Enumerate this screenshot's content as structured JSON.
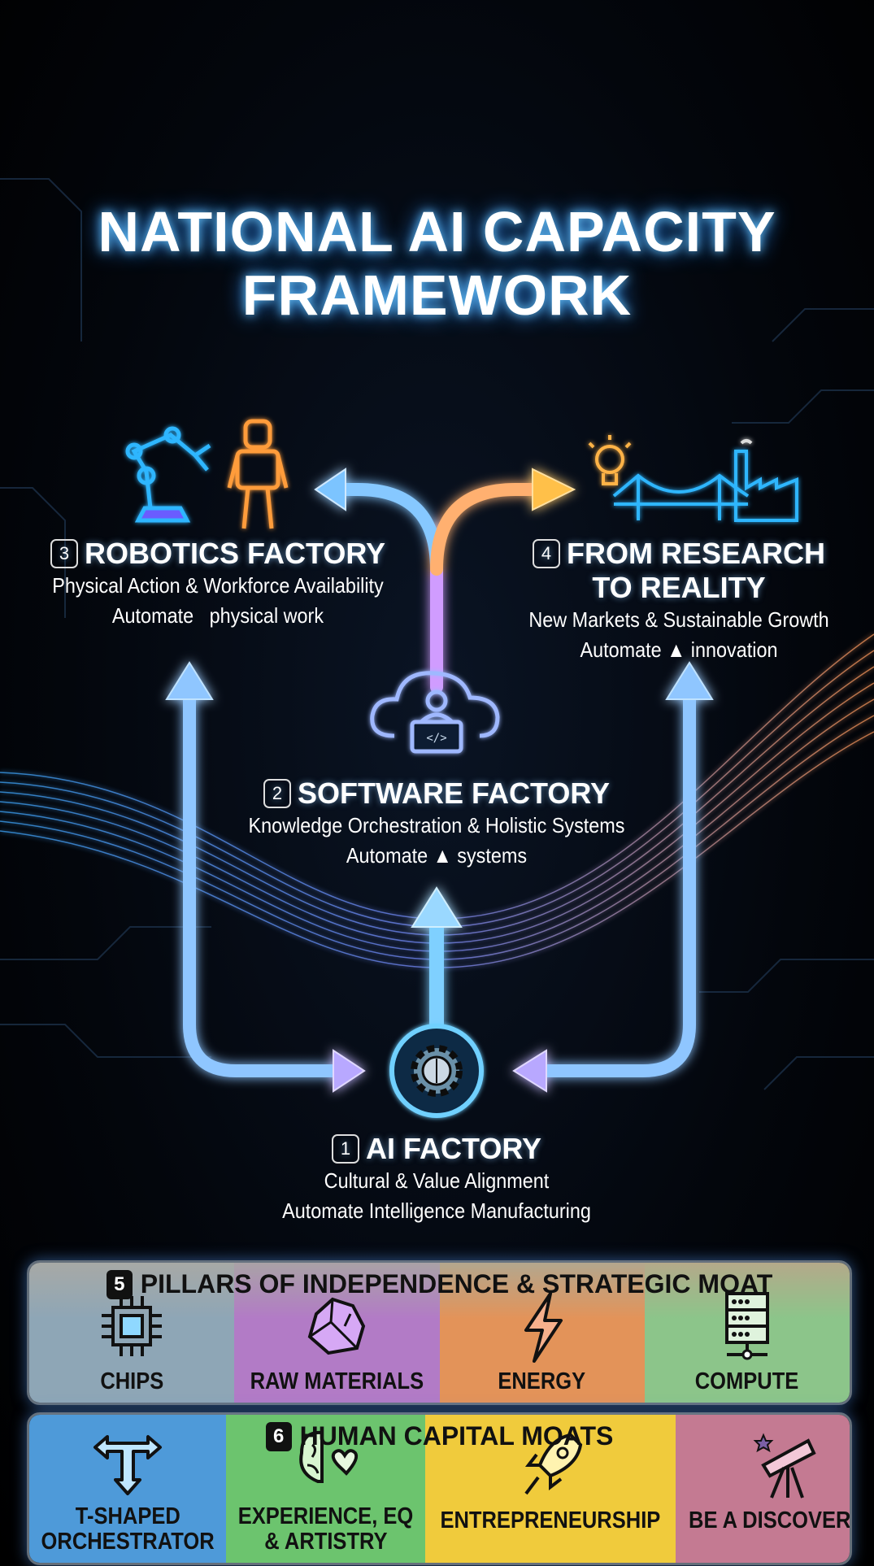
{
  "title": {
    "line1": "NATIONAL AI CAPACITY",
    "line2": "FRAMEWORK"
  },
  "nodes": [
    {
      "num": "1",
      "title": "AI FACTORY",
      "sub1": "Cultural & Value Alignment",
      "sub2": "Automate Intelligence Manufacturing",
      "icon": "brain-gear-icon"
    },
    {
      "num": "2",
      "title": "SOFTWARE FACTORY",
      "sub1": "Knowledge Orchestration & Holistic Systems",
      "sub2": "Automate ▲ systems",
      "icon": "cloud-coder-icon"
    },
    {
      "num": "3",
      "title": "ROBOTICS FACTORY",
      "sub1": "Physical Action & Workforce Availability",
      "sub2": "Automate   physical work",
      "icon": "robot-arm-and-humanoid-icon"
    },
    {
      "num": "4",
      "title1": "FROM RESEARCH",
      "title2": "TO REALITY",
      "sub1": "New Markets & Sustainable Growth",
      "sub2": "Automate ▲ innovation",
      "icon": "lightbulb-bridge-factory-icon"
    }
  ],
  "pillars": {
    "num": "5",
    "title": "PILLARS OF INDEPENDENCE & STRATEGIC MOAT",
    "items": [
      {
        "label": "CHIPS",
        "icon": "chip-icon",
        "color": "#8ea6b6"
      },
      {
        "label": "RAW MATERIALS",
        "icon": "rock-icon",
        "color": "#b27bc6"
      },
      {
        "label": "ENERGY",
        "icon": "lightning-icon",
        "color": "#e39359"
      },
      {
        "label": "COMPUTE",
        "icon": "server-icon",
        "color": "#8cc58a"
      }
    ]
  },
  "human": {
    "num": "6",
    "title": "HUMAN CAPITAL MOATS",
    "items": [
      {
        "label1": "T-SHAPED",
        "label2": "ORCHESTRATOR",
        "icon": "t-arrows-icon",
        "color": "#4e9ad9"
      },
      {
        "label1": "EXPERIENCE, EQ",
        "label2": "& ARTISTRY",
        "icon": "brain-heart-icon",
        "color": "#6cc46e"
      },
      {
        "label1": "ENTREPRENEURSHIP",
        "label2": "",
        "icon": "rocket-icon",
        "color": "#f0cb3c"
      },
      {
        "label1": "BE A DISCOVERER",
        "label2": "",
        "icon": "telescope-icon",
        "color": "#c47a92"
      }
    ]
  }
}
